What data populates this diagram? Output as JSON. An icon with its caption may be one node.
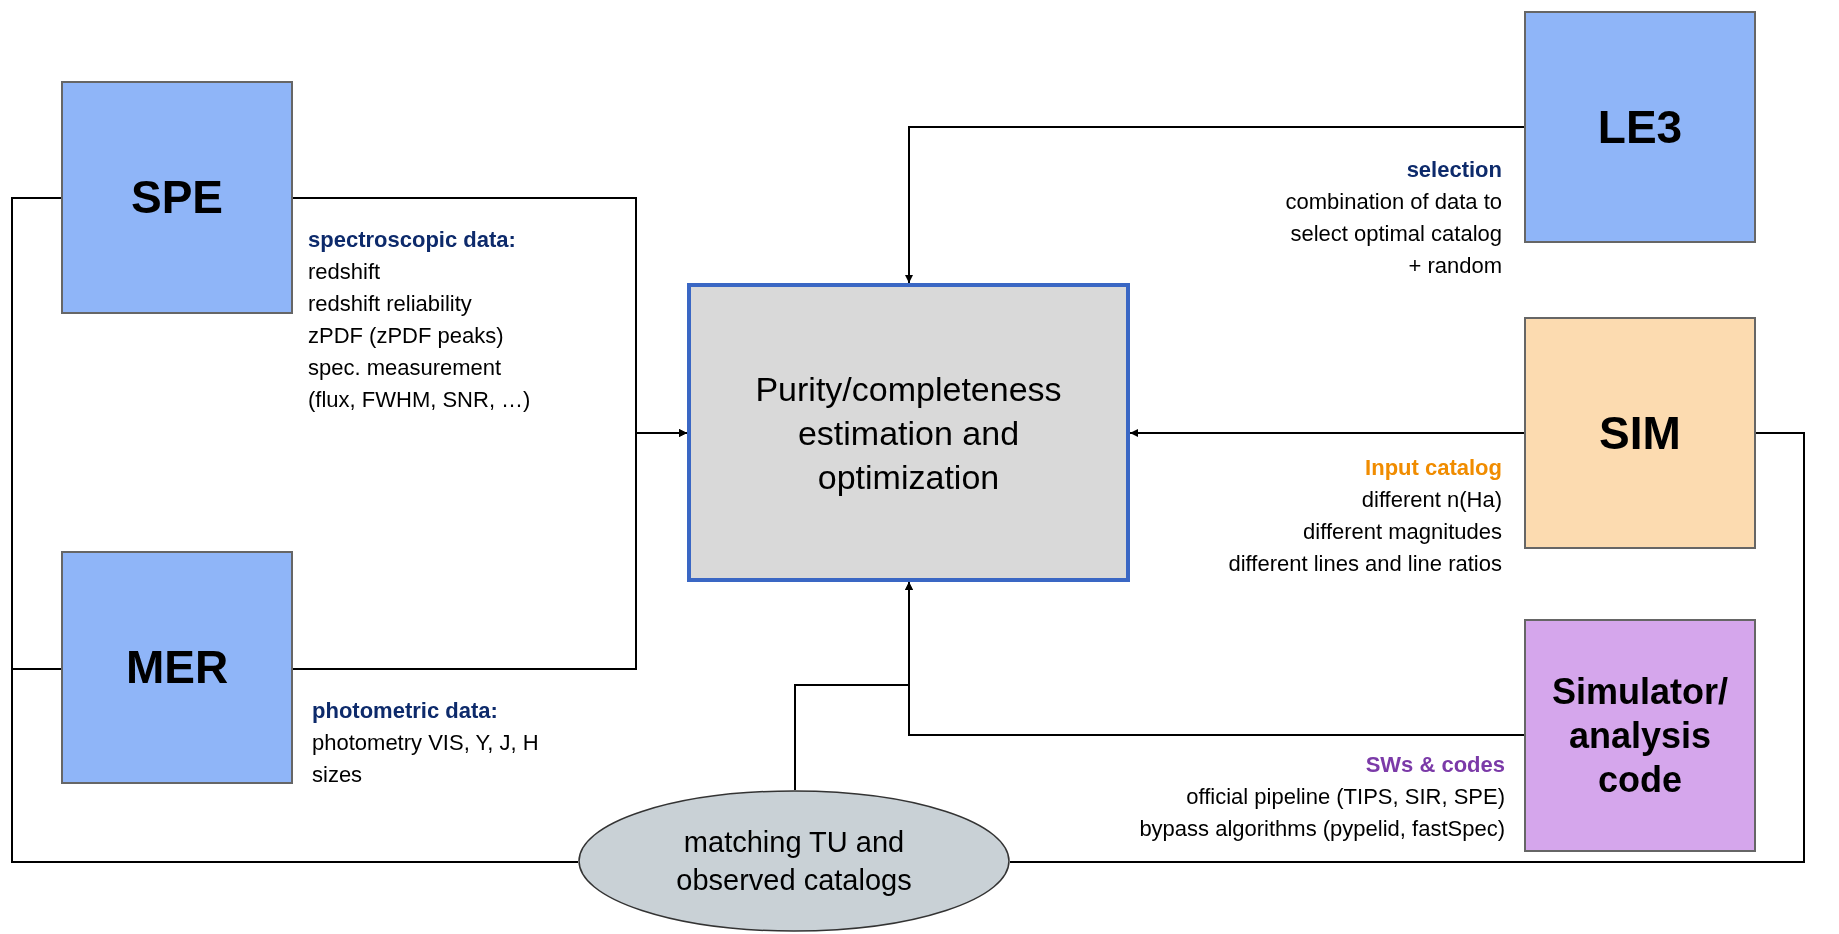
{
  "diagram": {
    "nodes": [
      {
        "text": [
          "SPE"
        ],
        "beside": [
          "spectroscopic data:",
          "redshift",
          "redshift reliability",
          "zPDF (zPDF peaks)",
          "spec. measurement",
          "(flux, FWHM, SNR, …)"
        ]
      },
      {
        "text": [
          "LE3"
        ],
        "beside": [
          "selection",
          "combination of data to select optimal catalog + random"
        ]
      },
      {
        "text": [
          "Purity/completeness estimation and optimization"
        ]
      },
      {
        "text": [
          "SIM"
        ],
        "beside": [
          "Input catalog",
          "different n(Ha)",
          "different magnitudes",
          "different lines and line ratios"
        ]
      },
      {
        "text": [
          "MER"
        ],
        "beside": [
          "photometric data:",
          "photometry VIS, Y, J, H",
          "sizes"
        ]
      },
      {
        "text": [
          "Simulator/ analysis code"
        ],
        "beside": [
          "SWs & codes",
          "official pipeline (TIPS, SIR, SPE)",
          "bypass algorithms (pypelid, fastSpec)"
        ]
      },
      {
        "text": [
          "matching TU and observed catalogs"
        ]
      }
    ],
    "edges": [
      {
        "from": 0,
        "to": 2,
        "arrow": "to"
      },
      {
        "from": 4,
        "to": 2,
        "arrow": "to"
      },
      {
        "from": 1,
        "to": 2,
        "arrow": "to"
      },
      {
        "from": 3,
        "to": 2,
        "arrow": "to"
      },
      {
        "from": 5,
        "to": 2,
        "arrow": "to"
      },
      {
        "from": 6,
        "to": 2,
        "arrow": "to"
      },
      {
        "from": 0,
        "to": 6,
        "arrow": "none"
      },
      {
        "from": 4,
        "to": 6,
        "arrow": "none"
      },
      {
        "from": 3,
        "to": 6,
        "arrow": "none"
      }
    ]
  }
}
